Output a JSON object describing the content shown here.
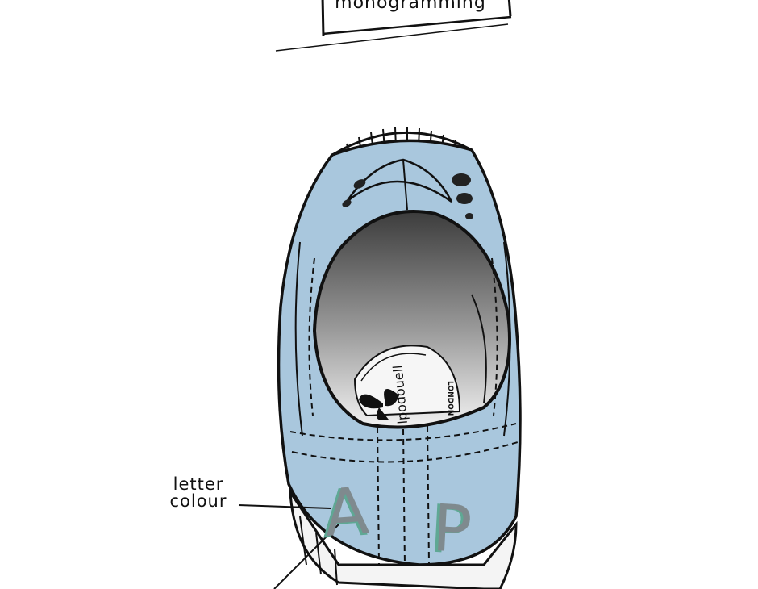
{
  "banner": {
    "text": "monogramming"
  },
  "callout": {
    "line1": "letter",
    "line2": "colour"
  },
  "insole_brand": {
    "logo": "lpodouell",
    "text": "LONDON"
  },
  "monogram": {
    "first": "A",
    "second": "P"
  },
  "colors": {
    "shoe": "#a9c7dd",
    "ink": "#111111",
    "letter": "#7f8a8e",
    "letter_shadow": "#5fa894",
    "background": "#ffffff"
  },
  "icons": [
    "shoe-illustration",
    "butterfly-icon"
  ]
}
